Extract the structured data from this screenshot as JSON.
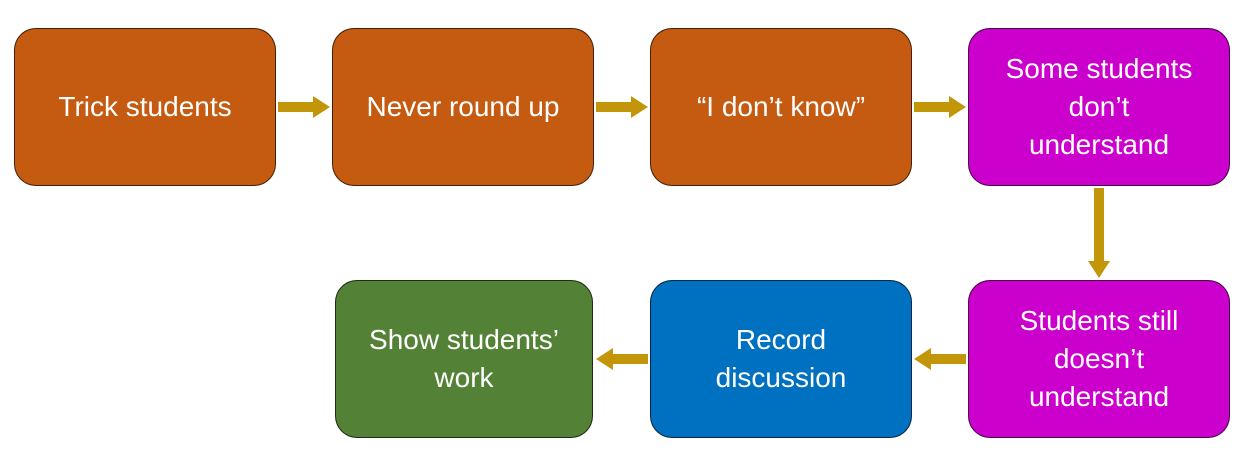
{
  "diagram": {
    "arrow_color": "#C39508",
    "text_color": "#FFFFFF",
    "nodes": [
      {
        "id": "trick-students",
        "label": "Trick students",
        "color": "#C55A11",
        "row": 1
      },
      {
        "id": "never-round-up",
        "label": "Never round up",
        "color": "#C55A11",
        "row": 1
      },
      {
        "id": "i-dont-know",
        "label": "“I don’t know”",
        "color": "#C55A11",
        "row": 1
      },
      {
        "id": "some-students-dont-understand",
        "label": "Some students\ndon’t\nunderstand",
        "color": "#CC00CC",
        "row": 1
      },
      {
        "id": "students-still-doesnt-understand",
        "label": "Students still\ndoesn’t\nunderstand",
        "color": "#CC00CC",
        "row": 2
      },
      {
        "id": "record-discussion",
        "label": "Record\ndiscussion",
        "color": "#0070C0",
        "row": 2
      },
      {
        "id": "show-students-work",
        "label": "Show students’\nwork",
        "color": "#538135",
        "row": 2
      }
    ],
    "edges": [
      {
        "from": "trick-students",
        "to": "never-round-up",
        "direction": "right"
      },
      {
        "from": "never-round-up",
        "to": "i-dont-know",
        "direction": "right"
      },
      {
        "from": "i-dont-know",
        "to": "some-students-dont-understand",
        "direction": "right"
      },
      {
        "from": "some-students-dont-understand",
        "to": "students-still-doesnt-understand",
        "direction": "down"
      },
      {
        "from": "students-still-doesnt-understand",
        "to": "record-discussion",
        "direction": "left"
      },
      {
        "from": "record-discussion",
        "to": "show-students-work",
        "direction": "left"
      }
    ]
  }
}
